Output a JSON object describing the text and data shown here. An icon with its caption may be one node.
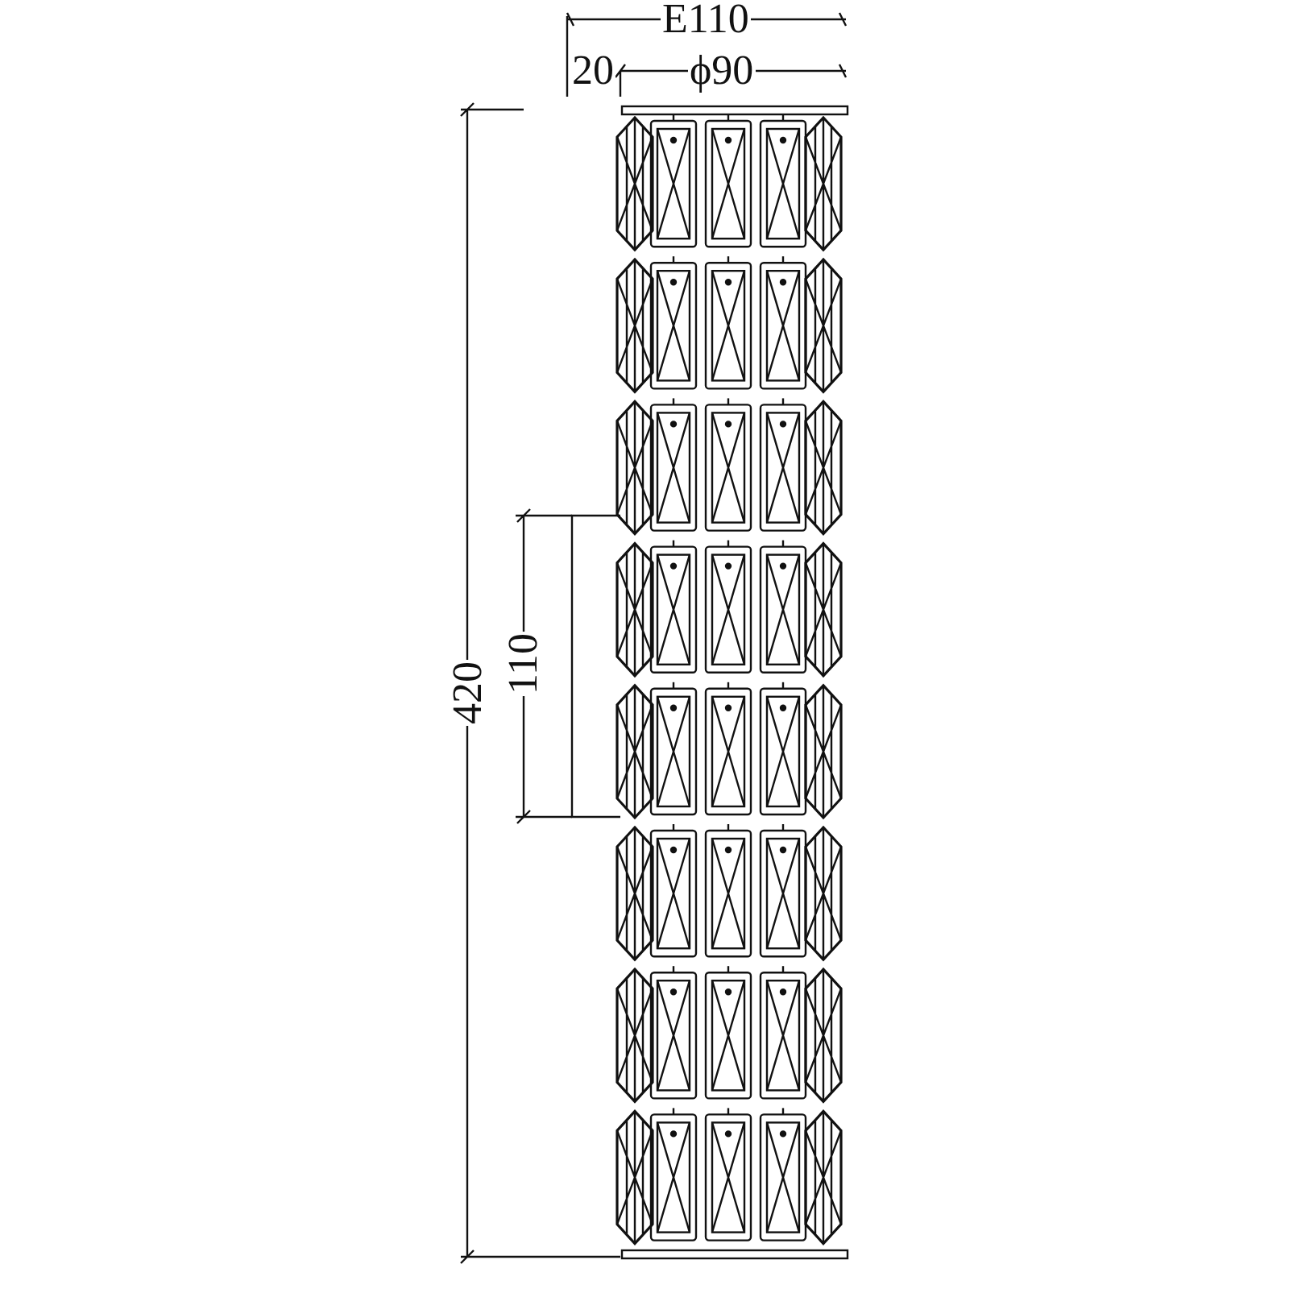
{
  "diagram": {
    "labels": [
      "E110",
      "20",
      "ϕ90",
      "420",
      "110"
    ]
  }
}
